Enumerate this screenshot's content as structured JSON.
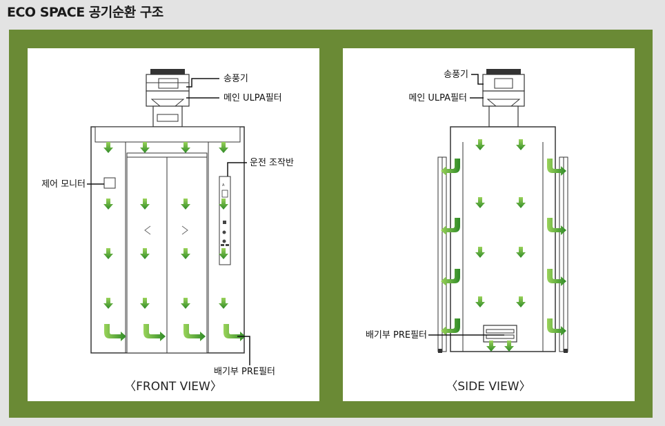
{
  "title": "ECO SPACE 공기순환 구조",
  "colors": {
    "frame": "#6a8a35",
    "arrow": "#3f9a2e",
    "arrow_light": "#8fd04f",
    "line": "#333333"
  },
  "front": {
    "caption": "〈FRONT VIEW〉",
    "labels": {
      "blower": "송풍기",
      "ulpa": "메인 ULPA필터",
      "panel": "운전 조작반",
      "monitor": "제어 모니터",
      "pre": "배기부 PRE필터"
    }
  },
  "side": {
    "caption": "〈SIDE VIEW〉",
    "labels": {
      "blower": "송풍기",
      "ulpa": "메인 ULPA필터",
      "pre": "배기부 PRE필터"
    }
  }
}
